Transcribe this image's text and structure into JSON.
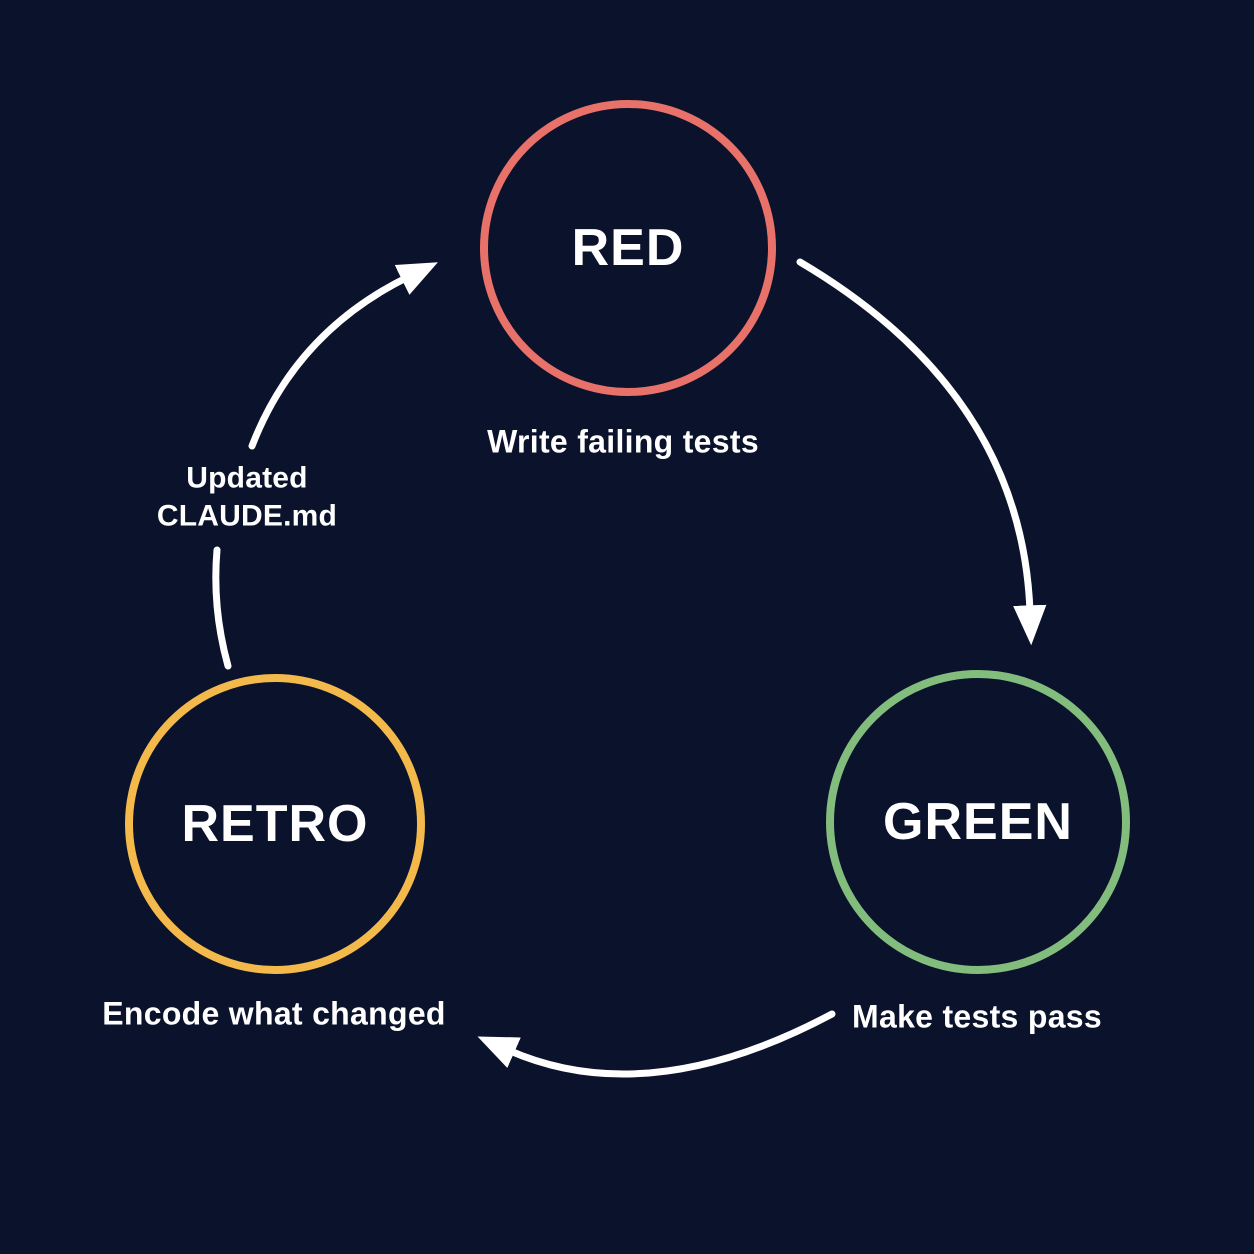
{
  "diagram": {
    "colors": {
      "background": "#0b122b",
      "arrow": "#ffffff",
      "text": "#ffffff",
      "red": "#e8716a",
      "green": "#83bd7d",
      "yellow": "#f3b94b"
    },
    "nodes": [
      {
        "id": "red",
        "label": "RED",
        "caption": "Write failing tests",
        "color": "#e8716a"
      },
      {
        "id": "green",
        "label": "GREEN",
        "caption": "Make tests pass",
        "color": "#83bd7d"
      },
      {
        "id": "retro",
        "label": "RETRO",
        "caption": "Encode what changed",
        "color": "#f3b94b"
      }
    ],
    "edges": [
      {
        "from": "RETRO",
        "to": "RED",
        "label": "Updated CLAUDE.md"
      },
      {
        "from": "RED",
        "to": "GREEN",
        "label": ""
      },
      {
        "from": "GREEN",
        "to": "RETRO",
        "label": ""
      }
    ]
  }
}
